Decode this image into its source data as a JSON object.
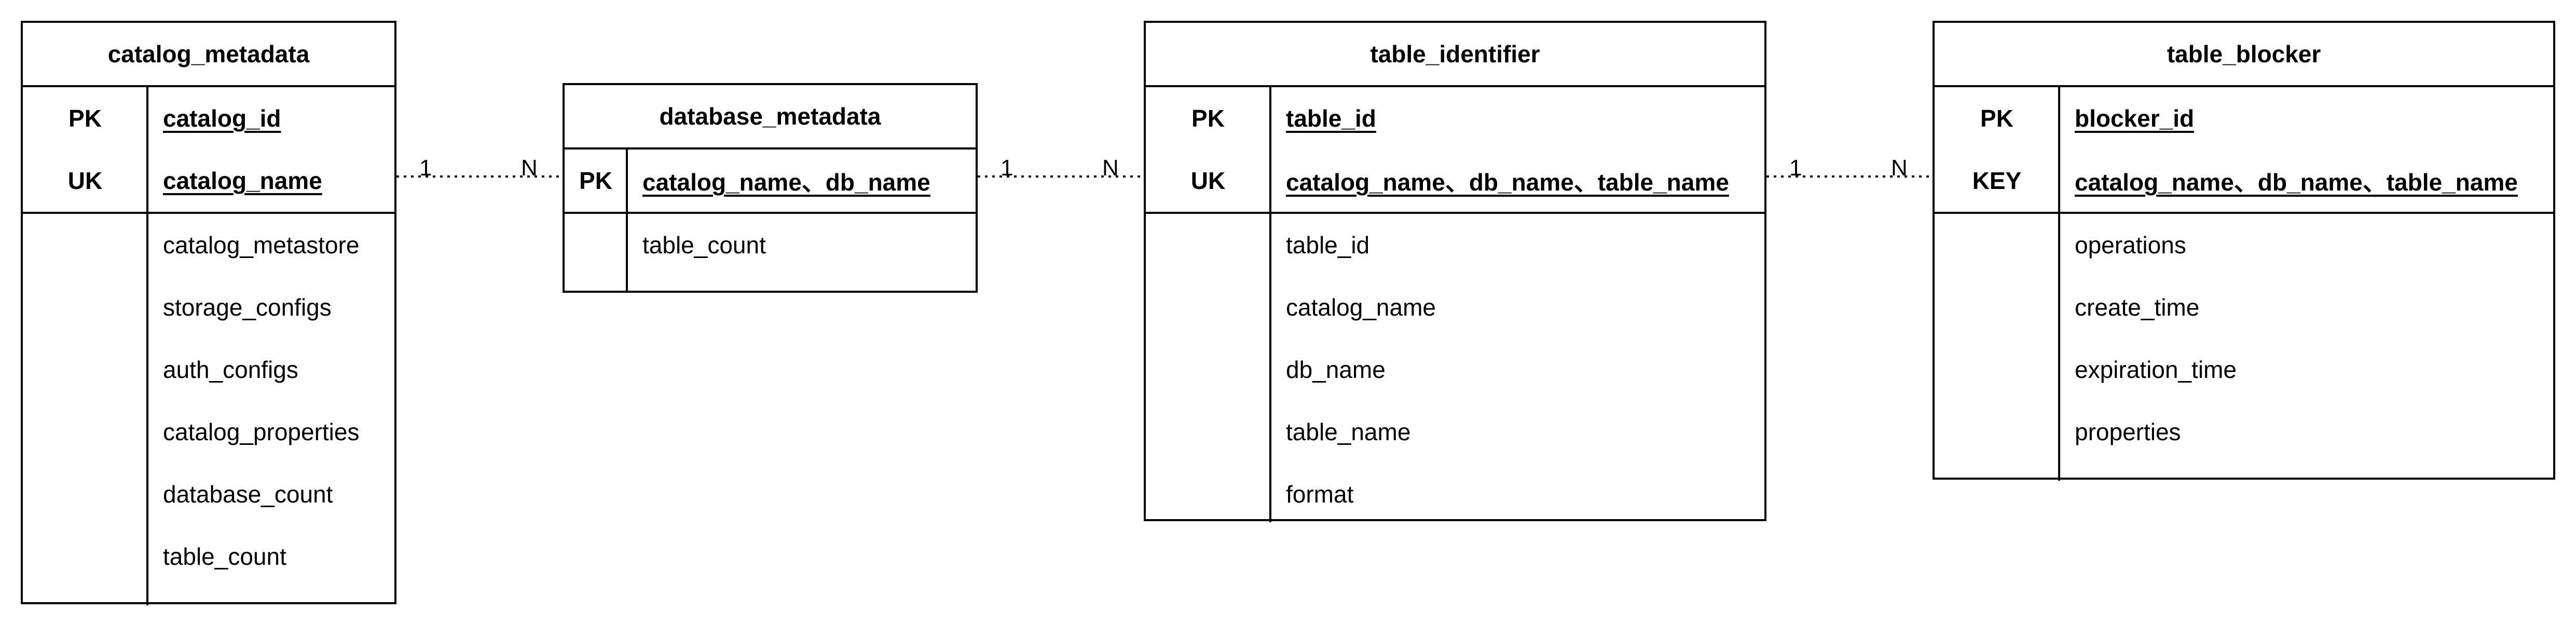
{
  "entities": {
    "catalog_metadata": {
      "title": "catalog_metadata",
      "keys": [
        {
          "type": "PK",
          "name": "catalog_id"
        },
        {
          "type": "UK",
          "name": "catalog_name"
        }
      ],
      "attributes": [
        "catalog_metastore",
        "storage_configs",
        "auth_configs",
        "catalog_properties",
        "database_count",
        "table_count"
      ]
    },
    "database_metadata": {
      "title": "database_metadata",
      "keys": [
        {
          "type": "PK",
          "name": "catalog_name、db_name"
        }
      ],
      "attributes": [
        "table_count"
      ]
    },
    "table_identifier": {
      "title": "table_identifier",
      "keys": [
        {
          "type": "PK",
          "name": "table_id"
        },
        {
          "type": "UK",
          "name": "catalog_name、db_name、table_name"
        }
      ],
      "attributes": [
        "table_id",
        "catalog_name",
        "db_name",
        "table_name",
        "format"
      ]
    },
    "table_blocker": {
      "title": "table_blocker",
      "keys": [
        {
          "type": "PK",
          "name": "blocker_id"
        },
        {
          "type": "KEY",
          "name": "catalog_name、db_name、table_name"
        }
      ],
      "attributes": [
        "operations",
        "create_time",
        "expiration_time",
        "properties"
      ]
    }
  },
  "relationships": [
    {
      "from": "catalog_metadata",
      "to": "database_metadata",
      "from_card": "1",
      "to_card": "N"
    },
    {
      "from": "database_metadata",
      "to": "table_identifier",
      "from_card": "1",
      "to_card": "N"
    },
    {
      "from": "table_identifier",
      "to": "table_blocker",
      "from_card": "1",
      "to_card": "N"
    }
  ]
}
